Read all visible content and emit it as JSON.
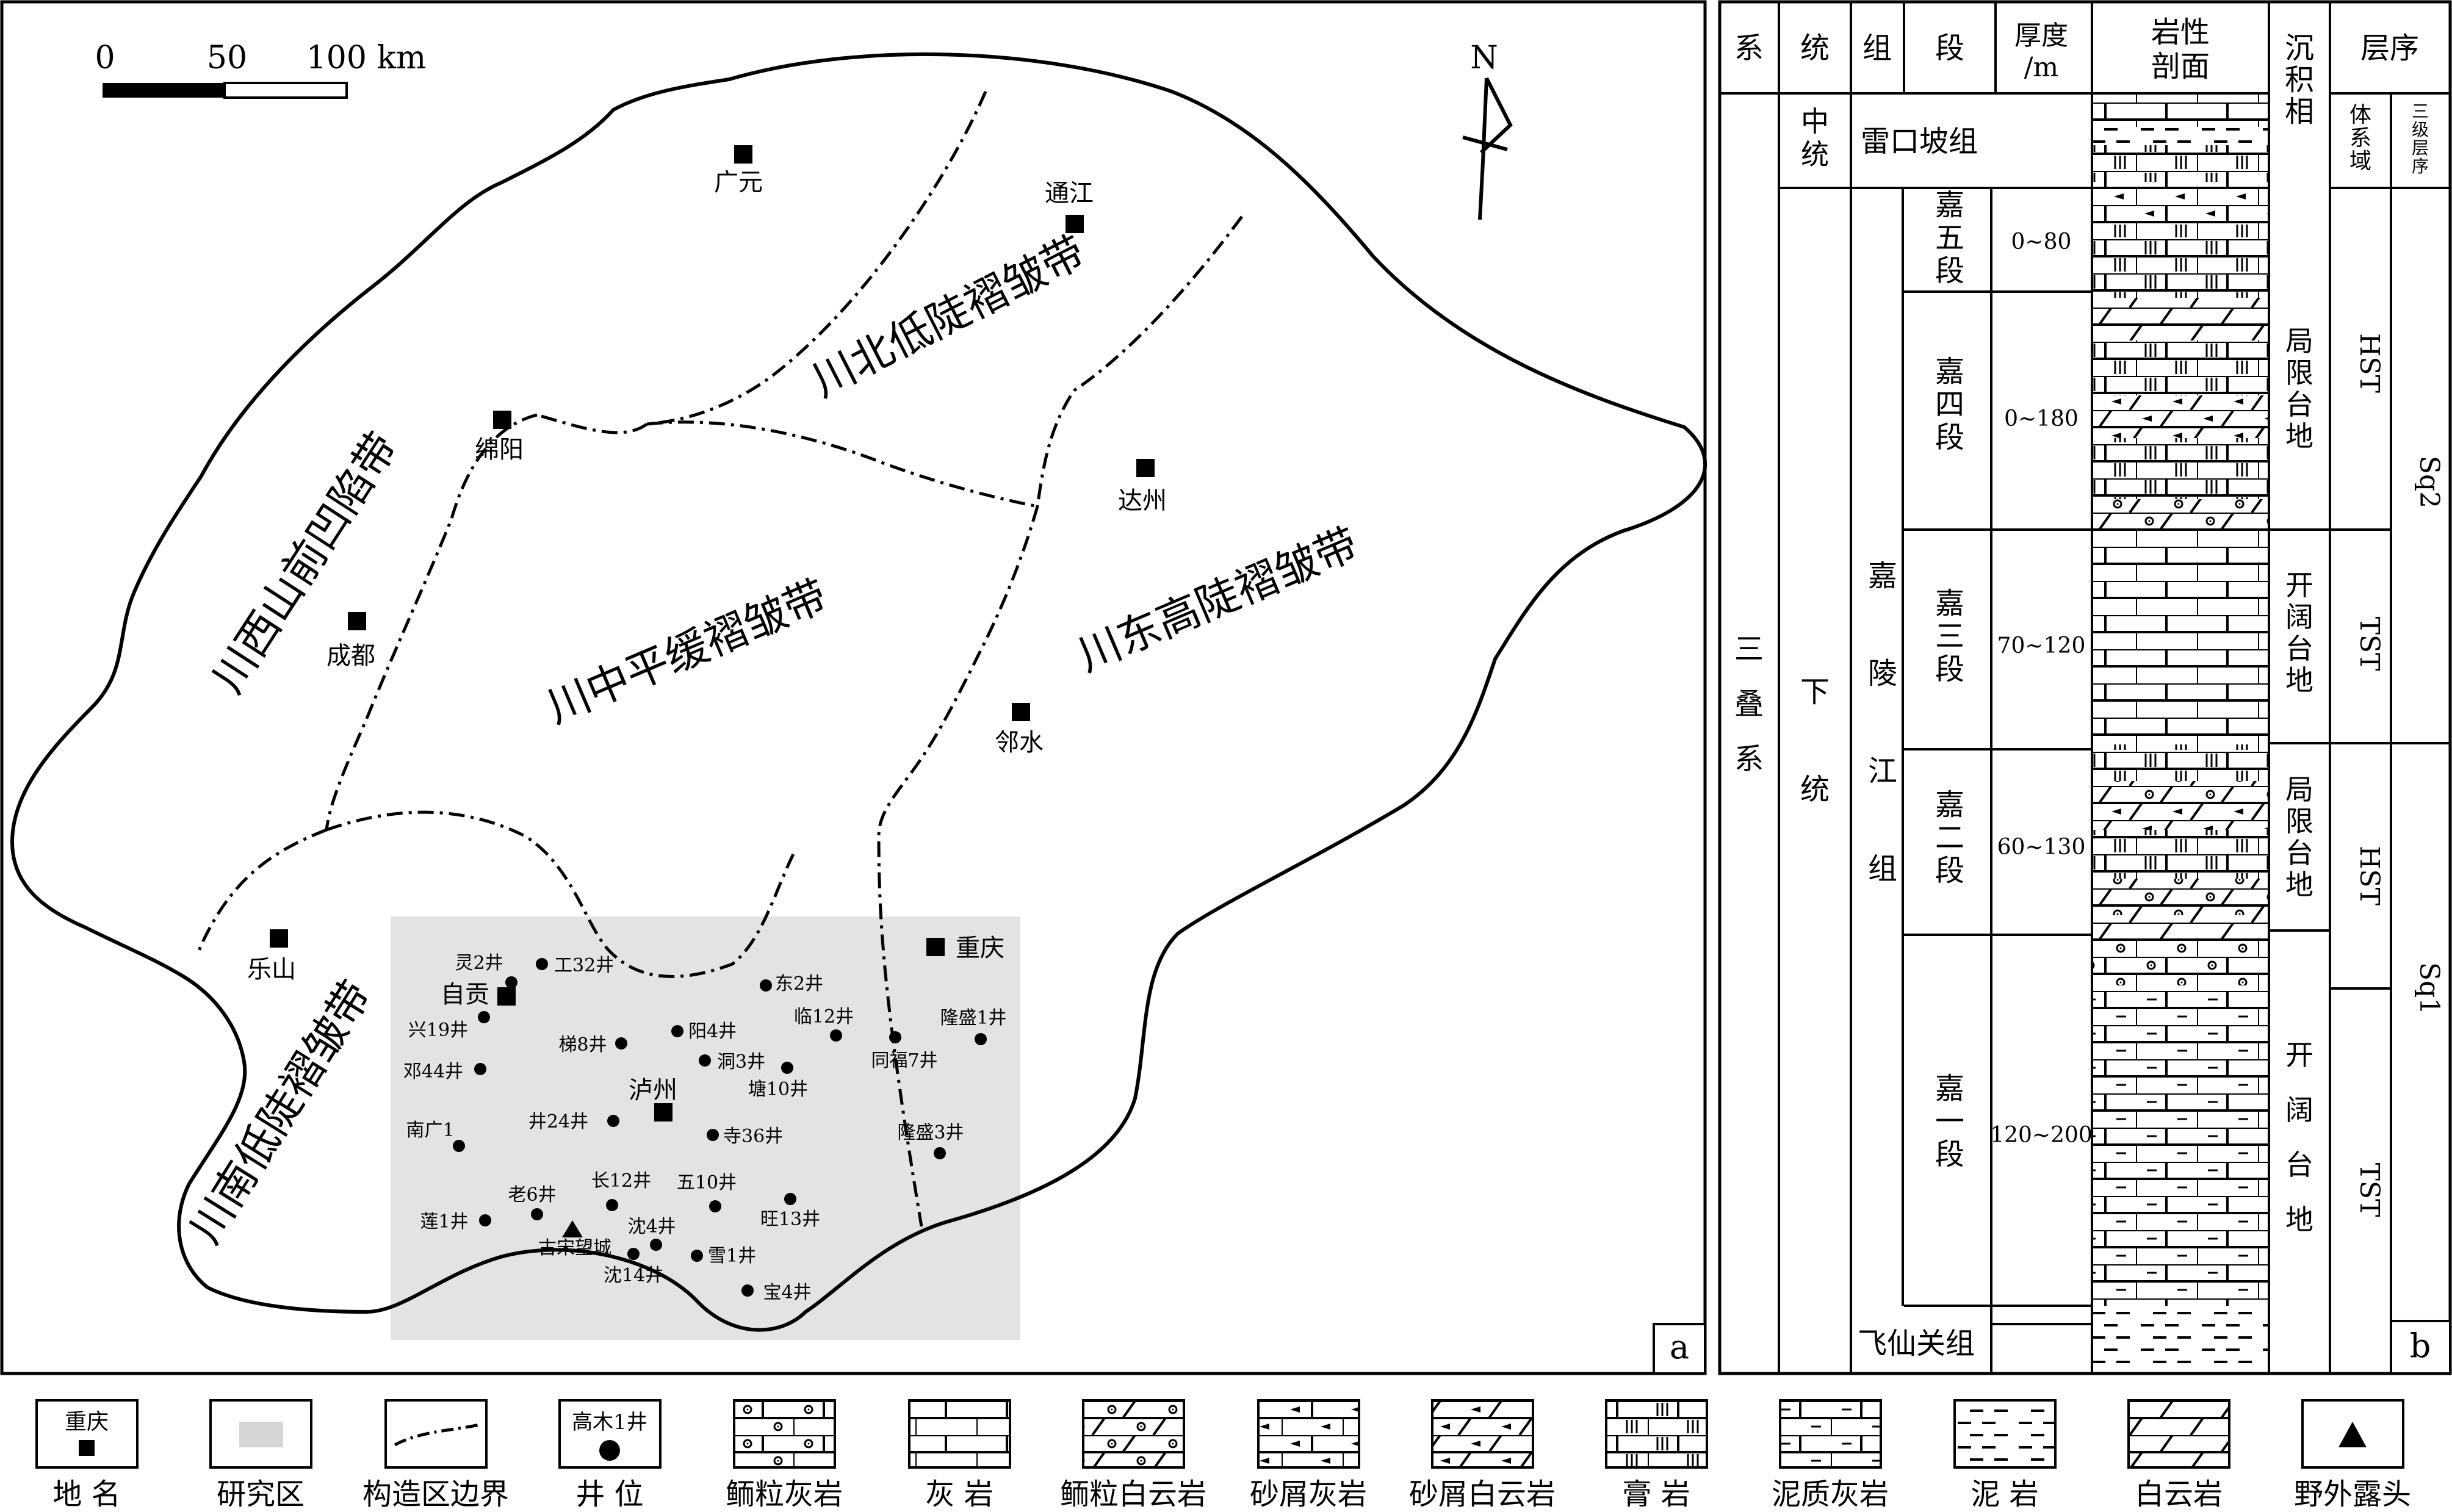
{
  "map": {
    "panel_label": "a",
    "scale": {
      "labels": [
        "0",
        "50",
        "100 km"
      ]
    },
    "north": "N",
    "zones": [
      "川西山前凹陷带",
      "川北低陡褶皱带",
      "川中平缓褶皱带",
      "川东高陡褶皱带",
      "川南低陡褶皱带"
    ],
    "cities": [
      "广元",
      "通江",
      "绵阳",
      "达州",
      "成都",
      "邻水",
      "乐山",
      "重庆",
      "自贡",
      "泸州"
    ],
    "wells": [
      "灵2井",
      "工32井",
      "东2井",
      "隆盛1井",
      "兴19井",
      "梯8井",
      "阳4井",
      "临12井",
      "同福7井",
      "邓44井",
      "洞3井",
      "塘10井",
      "井24井",
      "寺36井",
      "隆盛3井",
      "南广1",
      "长12井",
      "五10井",
      "老6井",
      "旺13井",
      "莲1井",
      "沈4井",
      "雪1井",
      "沈14井",
      "宝4井"
    ],
    "outcrop": "古宋望城"
  },
  "column": {
    "panel_label": "b",
    "headers": {
      "system": "系",
      "series": "统",
      "formation": "组",
      "member": "段",
      "thickness": "厚度/m",
      "lithology": "岩性剖面",
      "facies": "沉积相",
      "sequence": "层序",
      "systems_tract": "体系域",
      "third_order": "三级层序"
    },
    "system": "三叠系",
    "series_middle": "中统",
    "series_lower": "下统",
    "formation_leikoupo": "雷口坡组",
    "formation_jialingjiang": "嘉陵江组",
    "formation_feixianguan": "飞仙关组",
    "members": [
      {
        "name": "嘉五段",
        "thickness": "0~80"
      },
      {
        "name": "嘉四段",
        "thickness": "0~180"
      },
      {
        "name": "嘉三段",
        "thickness": "70~120"
      },
      {
        "name": "嘉二段",
        "thickness": "60~130"
      },
      {
        "name": "嘉一段",
        "thickness": "120~200"
      }
    ],
    "facies": [
      "局限台地",
      "开阔台地",
      "局限台地",
      "开阔台地"
    ],
    "tracts": [
      "HST",
      "TST",
      "HST",
      "TST"
    ],
    "sequences": [
      "Sq2",
      "Sq1"
    ]
  },
  "legend": [
    {
      "label": "地 名",
      "sample": "重庆"
    },
    {
      "label": "研究区"
    },
    {
      "label": "构造区边界"
    },
    {
      "label": "井 位",
      "sample": "高木1井"
    },
    {
      "label": "鲕粒灰岩"
    },
    {
      "label": "灰 岩"
    },
    {
      "label": "鲕粒白云岩"
    },
    {
      "label": "砂屑灰岩"
    },
    {
      "label": "砂屑白云岩"
    },
    {
      "label": "膏 岩"
    },
    {
      "label": "泥质灰岩"
    },
    {
      "label": "泥 岩"
    },
    {
      "label": "白云岩"
    },
    {
      "label": "野外露头"
    }
  ]
}
